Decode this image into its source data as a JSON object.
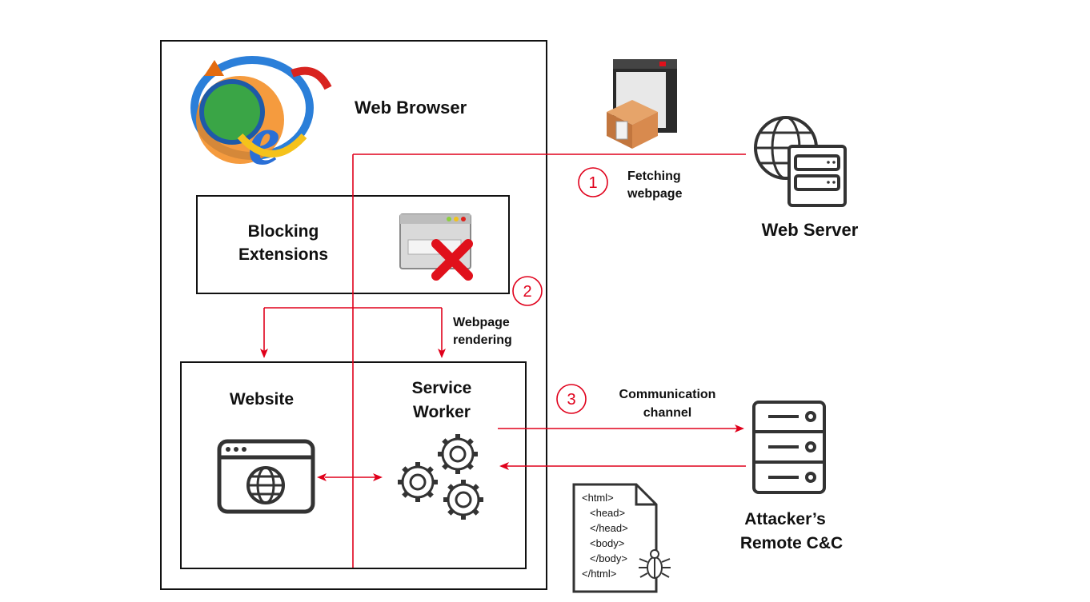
{
  "colors": {
    "arrow": "#e0001b",
    "box": "#111111",
    "icon": "#333333"
  },
  "browser": {
    "title": "Web Browser",
    "logo_icon": "browser-logos-icon"
  },
  "blocking": {
    "line1": "Blocking",
    "line2": "Extensions",
    "icon": "blocked-window-icon"
  },
  "website": {
    "title": "Website",
    "icon": "web-window-globe-icon"
  },
  "service_worker": {
    "line1": "Service",
    "line2": "Worker",
    "icon": "gears-icon"
  },
  "web_server": {
    "title": "Web Server",
    "icon": "globe-server-icon"
  },
  "attacker": {
    "line1": "Attacker’s",
    "line2": "Remote C&C",
    "icon": "server-rack-icon"
  },
  "steps": [
    {
      "number": "1",
      "line1": "Fetching",
      "line2": "webpage"
    },
    {
      "number": "2",
      "line1": "Webpage",
      "line2": "rendering"
    },
    {
      "number": "3",
      "line1": "Communication",
      "line2": "channel"
    }
  ],
  "malicious_doc": {
    "icon": "html-document-bug-icon",
    "lines": [
      "<html>",
      "<head>",
      "</head>",
      "<body>",
      "</body>",
      "</html>"
    ]
  },
  "package_icon": "software-package-icon"
}
